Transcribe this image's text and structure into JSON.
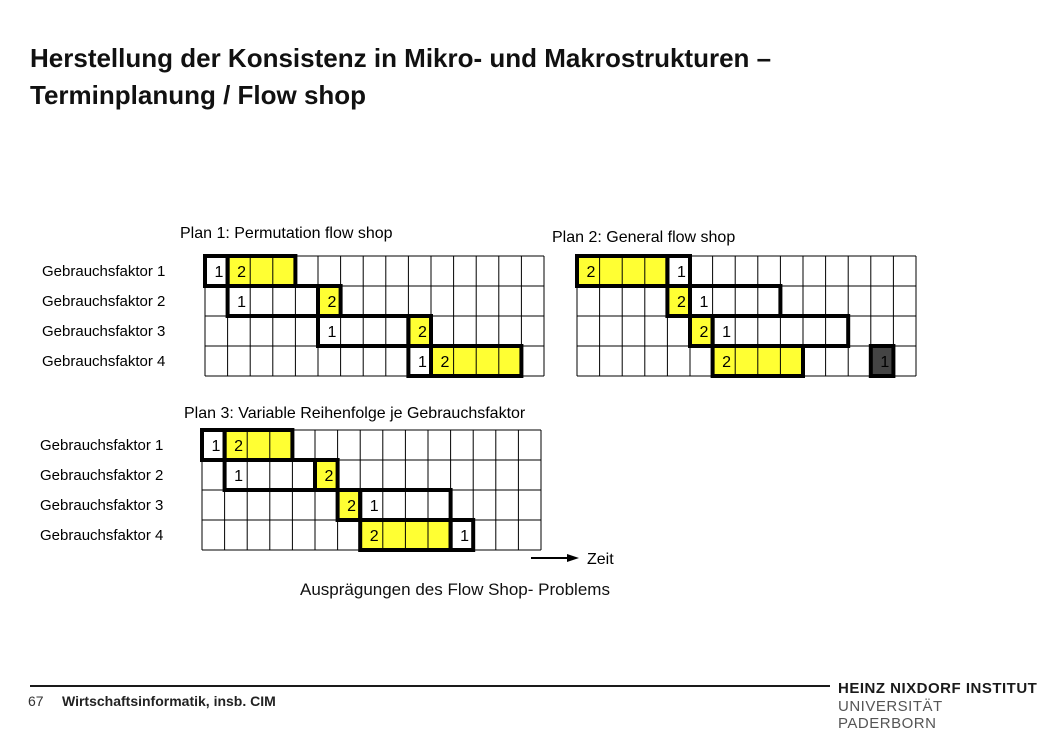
{
  "slide": {
    "title_line1": "Herstellung der Konsistenz in Mikro- und Makrostrukturen –",
    "title_line2": "Terminplanung / Flow shop",
    "caption": "Ausprägungen des Flow Shop- Problems",
    "page_number": "67",
    "course": "Wirtschaftsinformatik, insb. CIM",
    "institute_name": "HEINZ NIXDORF INSTITUT",
    "institute_sub": "UNIVERSITÄT PADERBORN"
  },
  "colors": {
    "highlight": "#ffff33",
    "dark_cell": "#444444",
    "grid": "#000000"
  },
  "diagram": {
    "time_label": "Zeit",
    "plans": [
      {
        "id": "plan1",
        "title": "Plan 1: Permutation flow shop",
        "rows": [
          {
            "label": "Gebrauchsfaktor 1",
            "jobs": [
              {
                "label": "1",
                "start": 0,
                "length": 1,
                "fill": "none"
              },
              {
                "label": "2",
                "start": 1,
                "length": 3,
                "fill": "yellow"
              }
            ]
          },
          {
            "label": "Gebrauchsfaktor 2",
            "jobs": [
              {
                "label": "1",
                "start": 1,
                "length": 4,
                "fill": "none"
              },
              {
                "label": "2",
                "start": 5,
                "length": 1,
                "fill": "yellow"
              }
            ]
          },
          {
            "label": "Gebrauchsfaktor 3",
            "jobs": [
              {
                "label": "1",
                "start": 5,
                "length": 4,
                "fill": "none"
              },
              {
                "label": "2",
                "start": 9,
                "length": 1,
                "fill": "yellow"
              }
            ]
          },
          {
            "label": "Gebrauchsfaktor 4",
            "jobs": [
              {
                "label": "1",
                "start": 9,
                "length": 1,
                "fill": "none"
              },
              {
                "label": "2",
                "start": 10,
                "length": 4,
                "fill": "yellow"
              }
            ]
          }
        ]
      },
      {
        "id": "plan2",
        "title": "Plan 2: General flow shop",
        "rows": [
          {
            "label": "",
            "jobs": [
              {
                "label": "2",
                "start": 0,
                "length": 4,
                "fill": "yellow"
              },
              {
                "label": "1",
                "start": 4,
                "length": 1,
                "fill": "none"
              }
            ]
          },
          {
            "label": "",
            "jobs": [
              {
                "label": "2",
                "start": 4,
                "length": 1,
                "fill": "yellow"
              },
              {
                "label": "1",
                "start": 5,
                "length": 4,
                "fill": "none"
              }
            ]
          },
          {
            "label": "",
            "jobs": [
              {
                "label": "2",
                "start": 5,
                "length": 1,
                "fill": "yellow"
              },
              {
                "label": "1",
                "start": 6,
                "length": 6,
                "fill": "none"
              }
            ]
          },
          {
            "label": "",
            "jobs": [
              {
                "label": "2",
                "start": 6,
                "length": 4,
                "fill": "yellow"
              },
              {
                "label": "1",
                "start": 13,
                "length": 1,
                "fill": "dark"
              }
            ]
          }
        ]
      },
      {
        "id": "plan3",
        "title": "Plan 3: Variable Reihenfolge je Gebrauchsfaktor",
        "rows": [
          {
            "label": "Gebrauchsfaktor 1",
            "jobs": [
              {
                "label": "1",
                "start": 0,
                "length": 1,
                "fill": "none"
              },
              {
                "label": "2",
                "start": 1,
                "length": 3,
                "fill": "yellow"
              }
            ]
          },
          {
            "label": "Gebrauchsfaktor 2",
            "jobs": [
              {
                "label": "1",
                "start": 1,
                "length": 4,
                "fill": "none"
              },
              {
                "label": "2",
                "start": 5,
                "length": 1,
                "fill": "yellow"
              }
            ]
          },
          {
            "label": "Gebrauchsfaktor 3",
            "jobs": [
              {
                "label": "2",
                "start": 6,
                "length": 1,
                "fill": "yellow"
              },
              {
                "label": "1",
                "start": 7,
                "length": 4,
                "fill": "none"
              }
            ]
          },
          {
            "label": "Gebrauchsfaktor 4",
            "jobs": [
              {
                "label": "2",
                "start": 7,
                "length": 4,
                "fill": "yellow"
              },
              {
                "label": "1",
                "start": 11,
                "length": 1,
                "fill": "none"
              }
            ]
          }
        ]
      }
    ]
  }
}
